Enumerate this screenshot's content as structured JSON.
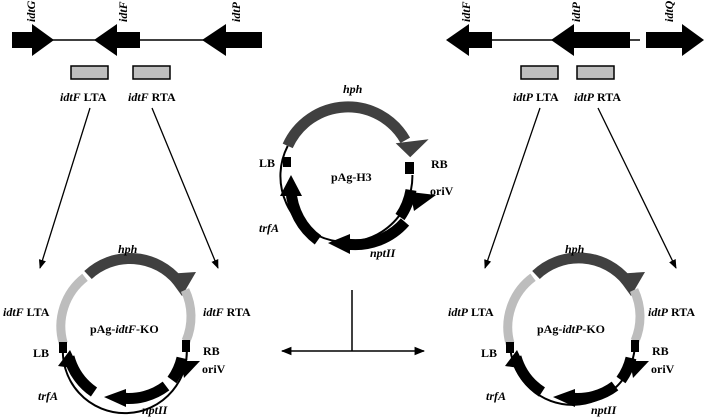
{
  "left_locus": {
    "genes": [
      "idtG",
      "idtF",
      "idtP"
    ],
    "lta_gene": "idtF",
    "lta_suffix": "LTA",
    "rta_gene": "idtF",
    "rta_suffix": "RTA"
  },
  "right_locus": {
    "genes": [
      "idtF",
      "idtP",
      "idtQ"
    ],
    "lta_gene": "idtP",
    "lta_suffix": "LTA",
    "rta_gene": "idtP",
    "rta_suffix": "RTA"
  },
  "center_plasmid": {
    "name": "pAg-H3",
    "hph": "hph",
    "lb": "LB",
    "rb": "RB",
    "oriv": "oriV",
    "trfa": "trfA",
    "nptii": "nptII"
  },
  "left_plasmid": {
    "name_prefix": "pAg-",
    "name_gene": "idtF",
    "name_suffix": "-KO",
    "hph": "hph",
    "lb": "LB",
    "rb": "RB",
    "oriv": "oriV",
    "trfa": "trfA",
    "nptii": "nptII",
    "lta_gene": "idtF",
    "lta_suffix": "LTA",
    "rta_gene": "idtF",
    "rta_suffix": "RTA"
  },
  "right_plasmid": {
    "name_prefix": "pAg-",
    "name_gene": "idtP",
    "name_suffix": "-KO",
    "hph": "hph",
    "lb": "LB",
    "rb": "RB",
    "oriv": "oriV",
    "trfa": "trfA",
    "nptii": "nptII",
    "lta_gene": "idtP",
    "lta_suffix": "LTA",
    "rta_gene": "idtP",
    "rta_suffix": "RTA"
  },
  "colors": {
    "gene_arrow": "#000000",
    "hph_arc": "#404040",
    "flank_box": "#bfbfbf",
    "flank_arc": "#bdbdbd"
  }
}
